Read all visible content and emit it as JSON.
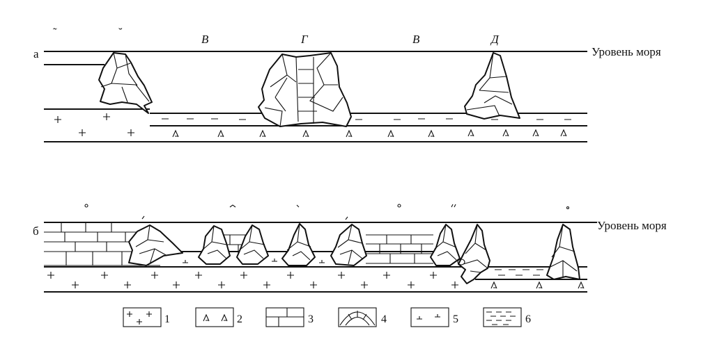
{
  "panel_a": {
    "label": "а",
    "sea_level": "Уровень моря",
    "zone_labels": [
      "В",
      "Г",
      "В",
      "Д"
    ]
  },
  "panel_b": {
    "label": "б",
    "sea_level": "Уровень моря"
  },
  "legend": [
    {
      "num": "1",
      "symbol": "granite-plus"
    },
    {
      "num": "2",
      "symbol": "volcanic-lambda"
    },
    {
      "num": "3",
      "symbol": "limestone-bricks"
    },
    {
      "num": "4",
      "symbol": "reef"
    },
    {
      "num": "5",
      "symbol": "marl"
    },
    {
      "num": "6",
      "symbol": "clay-shale"
    }
  ]
}
